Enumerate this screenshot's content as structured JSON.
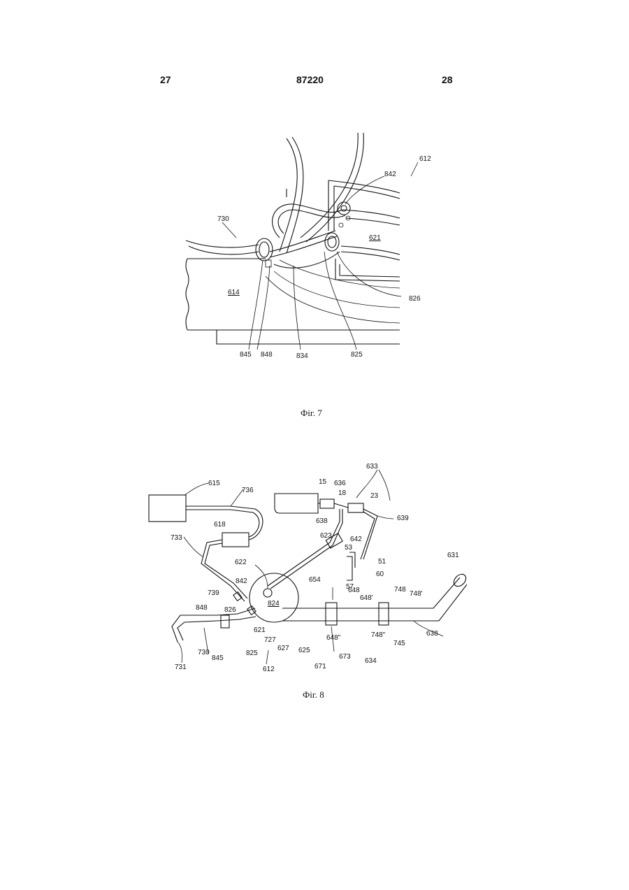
{
  "header": {
    "page_left": "27",
    "doc_number": "87220",
    "page_right": "28"
  },
  "figures": [
    {
      "caption": "Фіг. 7",
      "labels": [
        "612",
        "842",
        "730",
        "621",
        "614",
        "826",
        "845",
        "848",
        "834",
        "825"
      ]
    },
    {
      "caption": "Фіг. 8",
      "labels": [
        "615",
        "736",
        "15",
        "636",
        "18",
        "633",
        "23",
        "638",
        "639",
        "618",
        "733",
        "623",
        "53",
        "642",
        "51",
        "622",
        "60",
        "57",
        "631",
        "654",
        "648",
        "648'",
        "748",
        "748'",
        "842",
        "739",
        "824",
        "826",
        "848",
        "621",
        "727",
        "627",
        "625",
        "845",
        "730",
        "825",
        "748\"",
        "745",
        "638",
        "648\"",
        "731",
        "612",
        "671",
        "673",
        "634"
      ]
    }
  ]
}
